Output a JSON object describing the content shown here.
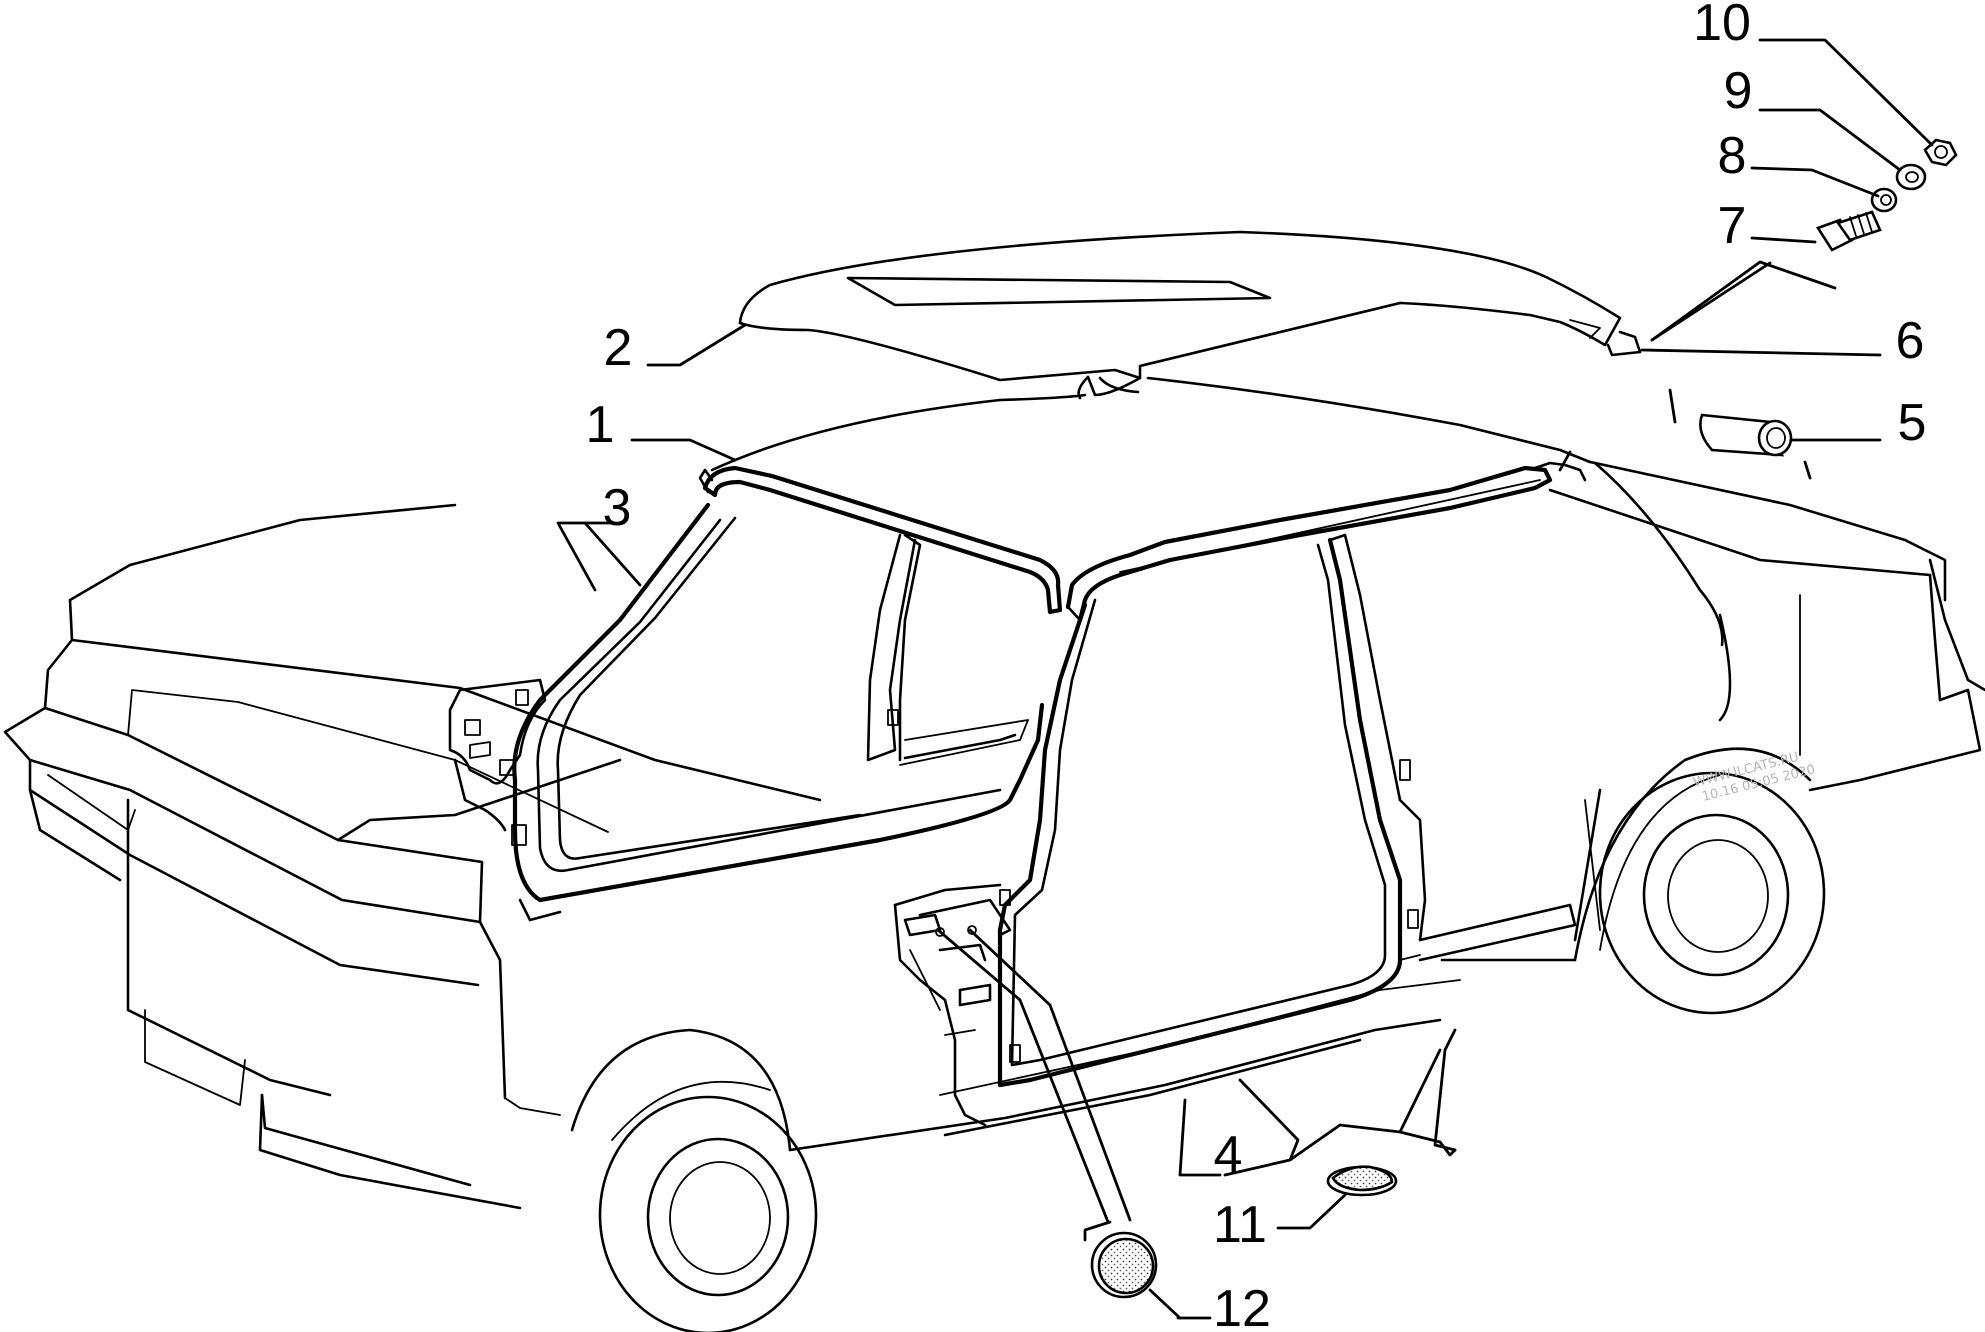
{
  "callouts": [
    {
      "id": "1",
      "text": "1"
    },
    {
      "id": "2",
      "text": "2"
    },
    {
      "id": "3",
      "text": "3"
    },
    {
      "id": "4",
      "text": "4"
    },
    {
      "id": "5",
      "text": "5"
    },
    {
      "id": "6",
      "text": "6"
    },
    {
      "id": "7",
      "text": "7"
    },
    {
      "id": "8",
      "text": "8"
    },
    {
      "id": "9",
      "text": "9"
    },
    {
      "id": "10",
      "text": "10"
    },
    {
      "id": "11",
      "text": "11"
    },
    {
      "id": "12",
      "text": "12"
    }
  ],
  "watermark": {
    "line1": "WWW.ILCATS.RU",
    "line2": "10.16 05:05 2020"
  }
}
